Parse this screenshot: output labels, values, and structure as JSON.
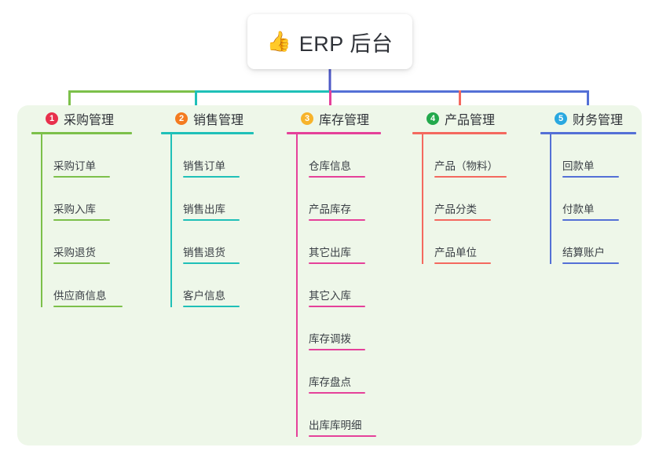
{
  "root": {
    "icon": "thumbs-up-icon",
    "icon_glyph": "👍",
    "title": "ERP 后台"
  },
  "palette": {
    "panel_bg": "#eef7e9",
    "page_bg": "#ffffff",
    "root_line": "#4e59c6",
    "col1": "#7cc04a",
    "col2": "#1fc0b8",
    "col3": "#e5419a",
    "col4": "#f4695f",
    "col5": "#5470d6",
    "badge1": "#e8304c",
    "badge2": "#f47b20",
    "badge3": "#f7b32b",
    "badge4": "#23a94c",
    "badge5": "#29a8e0"
  },
  "columns": [
    {
      "index": "1",
      "badge_label": "1",
      "badge_color": "#e8304c",
      "accent": "#7cc04a",
      "title": "采购管理",
      "items": [
        {
          "label": "采购订单"
        },
        {
          "label": "采购入库"
        },
        {
          "label": "采购退货"
        },
        {
          "label": "供应商信息"
        }
      ]
    },
    {
      "index": "2",
      "badge_label": "2",
      "badge_color": "#f47b20",
      "accent": "#1fc0b8",
      "title": "销售管理",
      "items": [
        {
          "label": "销售订单"
        },
        {
          "label": "销售出库"
        },
        {
          "label": "销售退货"
        },
        {
          "label": "客户信息"
        }
      ]
    },
    {
      "index": "3",
      "badge_label": "3",
      "badge_color": "#f7b32b",
      "accent": "#e5419a",
      "title": "库存管理",
      "items": [
        {
          "label": "仓库信息"
        },
        {
          "label": "产品库存"
        },
        {
          "label": "其它出库"
        },
        {
          "label": "其它入库"
        },
        {
          "label": "库存调拨"
        },
        {
          "label": "库存盘点"
        },
        {
          "label": "出库库明细"
        }
      ]
    },
    {
      "index": "4",
      "badge_label": "4",
      "badge_color": "#23a94c",
      "accent": "#f4695f",
      "title": "产品管理",
      "items": [
        {
          "label": "产品（物料）"
        },
        {
          "label": "产品分类"
        },
        {
          "label": "产品单位"
        }
      ]
    },
    {
      "index": "5",
      "badge_label": "5",
      "badge_color": "#29a8e0",
      "accent": "#5470d6",
      "title": "财务管理",
      "items": [
        {
          "label": "回款单"
        },
        {
          "label": "付款单"
        },
        {
          "label": "结算账户"
        }
      ]
    }
  ]
}
